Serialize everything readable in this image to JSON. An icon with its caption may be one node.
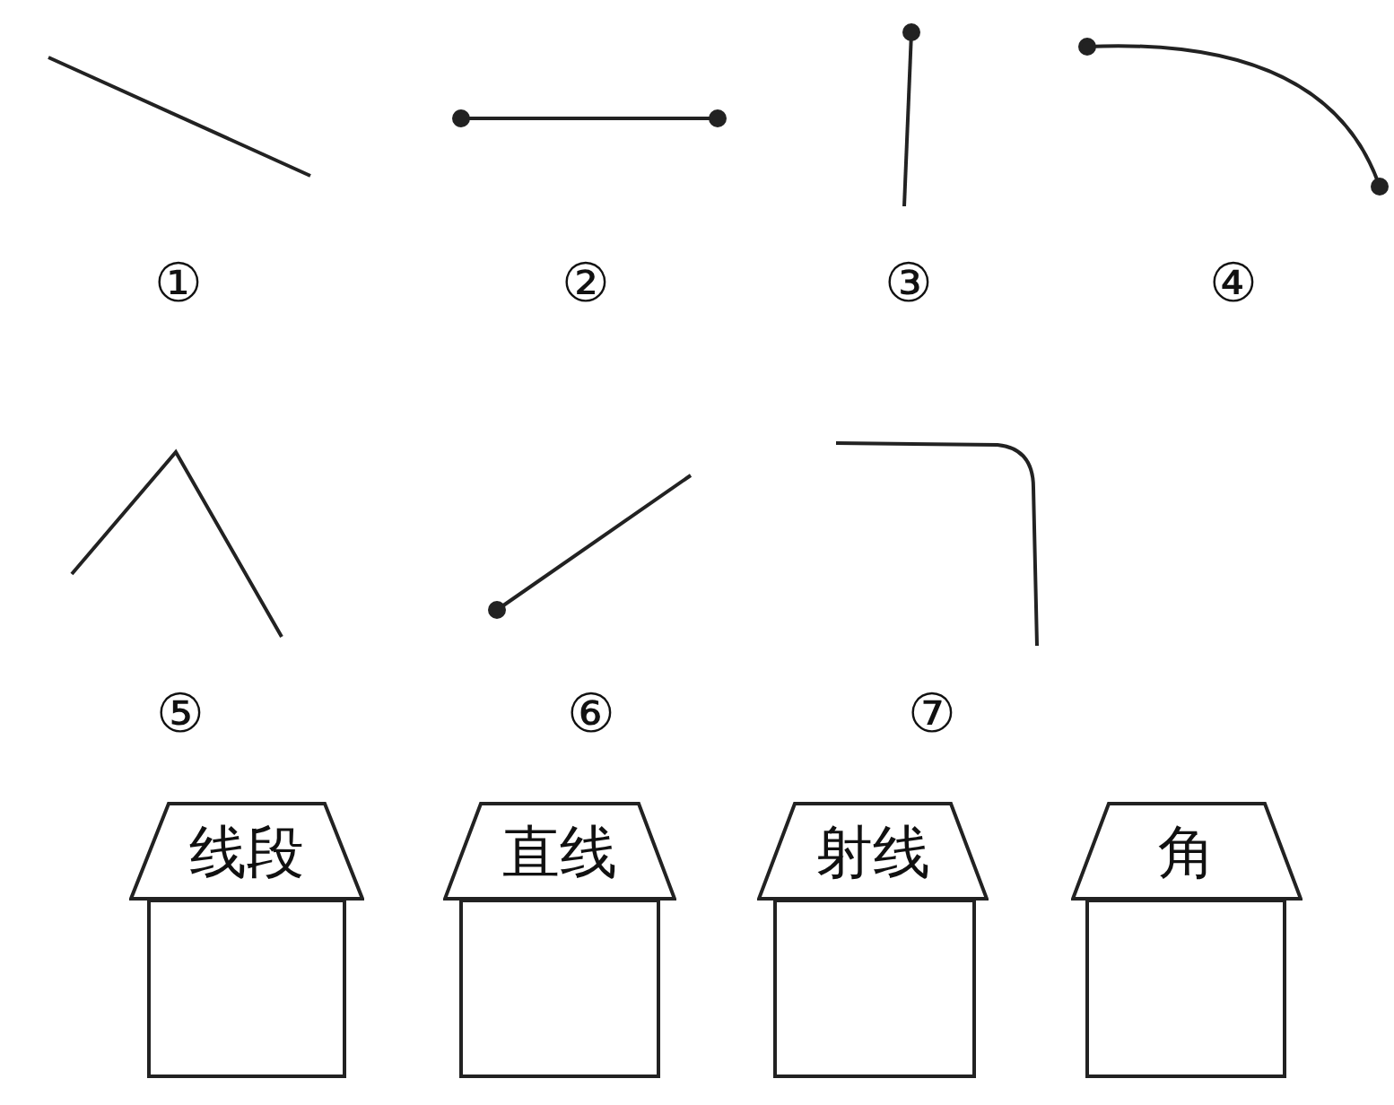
{
  "diagram": {
    "nodes": [
      {
        "text": [
          "线段"
        ]
      },
      {
        "text": [
          "直线"
        ]
      },
      {
        "text": [
          "射线"
        ]
      },
      {
        "text": [
          "角"
        ]
      },
      {
        "text": [],
        "shape": "box"
      },
      {
        "text": [],
        "shape": "box"
      },
      {
        "text": [],
        "shape": "box"
      },
      {
        "text": [],
        "shape": "box"
      }
    ],
    "labels": [
      "①",
      "②",
      "③",
      "④",
      "⑤",
      "⑥",
      "⑦"
    ]
  }
}
